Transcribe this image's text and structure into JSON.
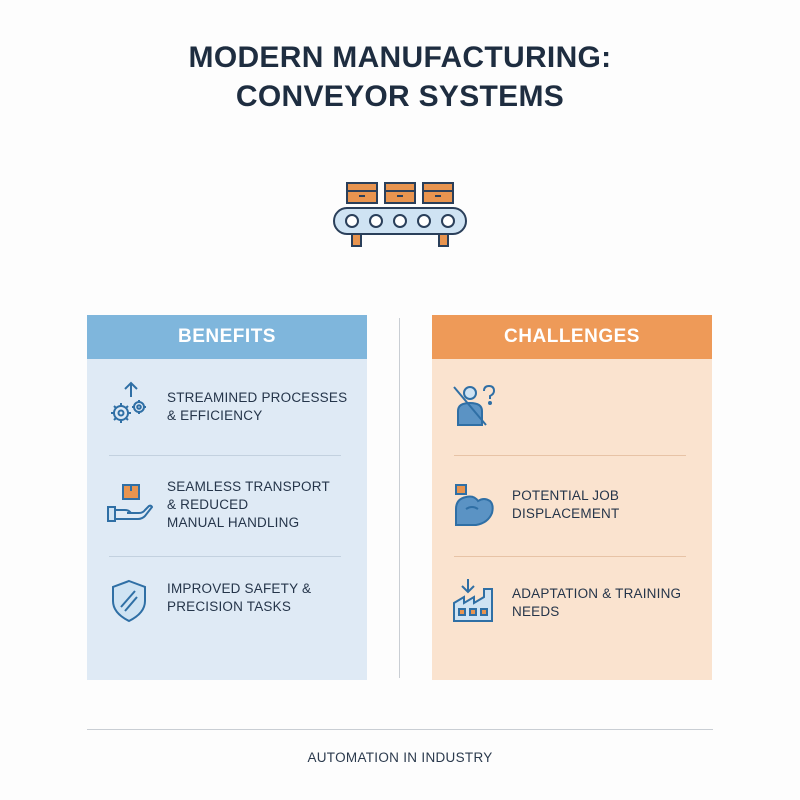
{
  "title": {
    "line1": "MODERN MANUFACTURING:",
    "line2": "CONVEYOR SYSTEMS"
  },
  "hero_icon": "conveyor-belt-icon",
  "benefits": {
    "heading": "BENEFITS",
    "items": [
      {
        "icon": "gears-arrow-icon",
        "text": "STREAMINED PROCESSES\n& EFFICIENCY"
      },
      {
        "icon": "hand-box-icon",
        "text": "SEAMLESS TRANSPORT\n& REDUCED\nMANUAL HANDLING"
      },
      {
        "icon": "shield-icon",
        "text": "IMPROVED SAFETY &\nPRECISION TASKS"
      }
    ]
  },
  "challenges": {
    "heading": "CHALLENGES",
    "items": [
      {
        "icon": "person-crossed-question-icon",
        "text": ""
      },
      {
        "icon": "flexed-arm-icon",
        "text": "POTENTIAL JOB\nDISPLACEMENT"
      },
      {
        "icon": "factory-arrow-icon",
        "text": "ADAPTATION & TRAINING\nNEEDS"
      }
    ]
  },
  "footer": "AUTOMATION IN INDUSTRY",
  "colors": {
    "navy": "#1e2d40",
    "benefits_header": "#7fb6dc",
    "benefits_bg": "#dfeaf5",
    "challenges_header": "#ee9a58",
    "challenges_bg": "#fae3cf",
    "icon_blue": "#2f6fa5",
    "icon_orange": "#e8944f"
  }
}
